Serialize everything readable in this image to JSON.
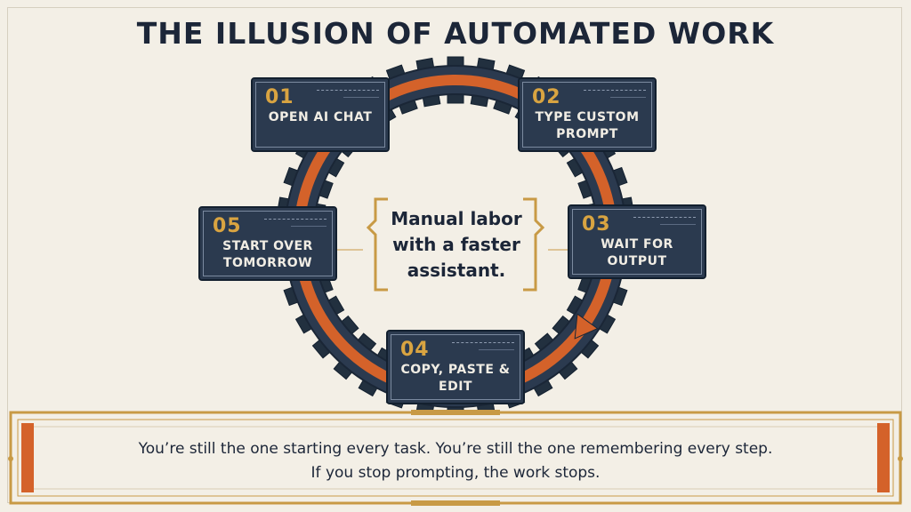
{
  "title": "THE ILLUSION OF AUTOMATED WORK",
  "steps": [
    {
      "number": "01",
      "label": "OPEN AI CHAT"
    },
    {
      "number": "02",
      "label": "TYPE CUSTOM PROMPT"
    },
    {
      "number": "03",
      "label": "WAIT FOR OUTPUT"
    },
    {
      "number": "04",
      "label": "COPY, PASTE & EDIT"
    },
    {
      "number": "05",
      "label": "START OVER TOMORROW"
    }
  ],
  "center_text": "Manual labor with a faster assistant.",
  "footer": {
    "line1": "You’re still the one starting every task. You’re still the one remembering every step.",
    "line2": "If you stop prompting, the work stops."
  },
  "colors": {
    "background": "#f3efe6",
    "card": "#2b3a4f",
    "ring": "#2b3a4f",
    "arrow": "#d4622a",
    "gold": "#d9a441",
    "text": "#1c2638"
  }
}
